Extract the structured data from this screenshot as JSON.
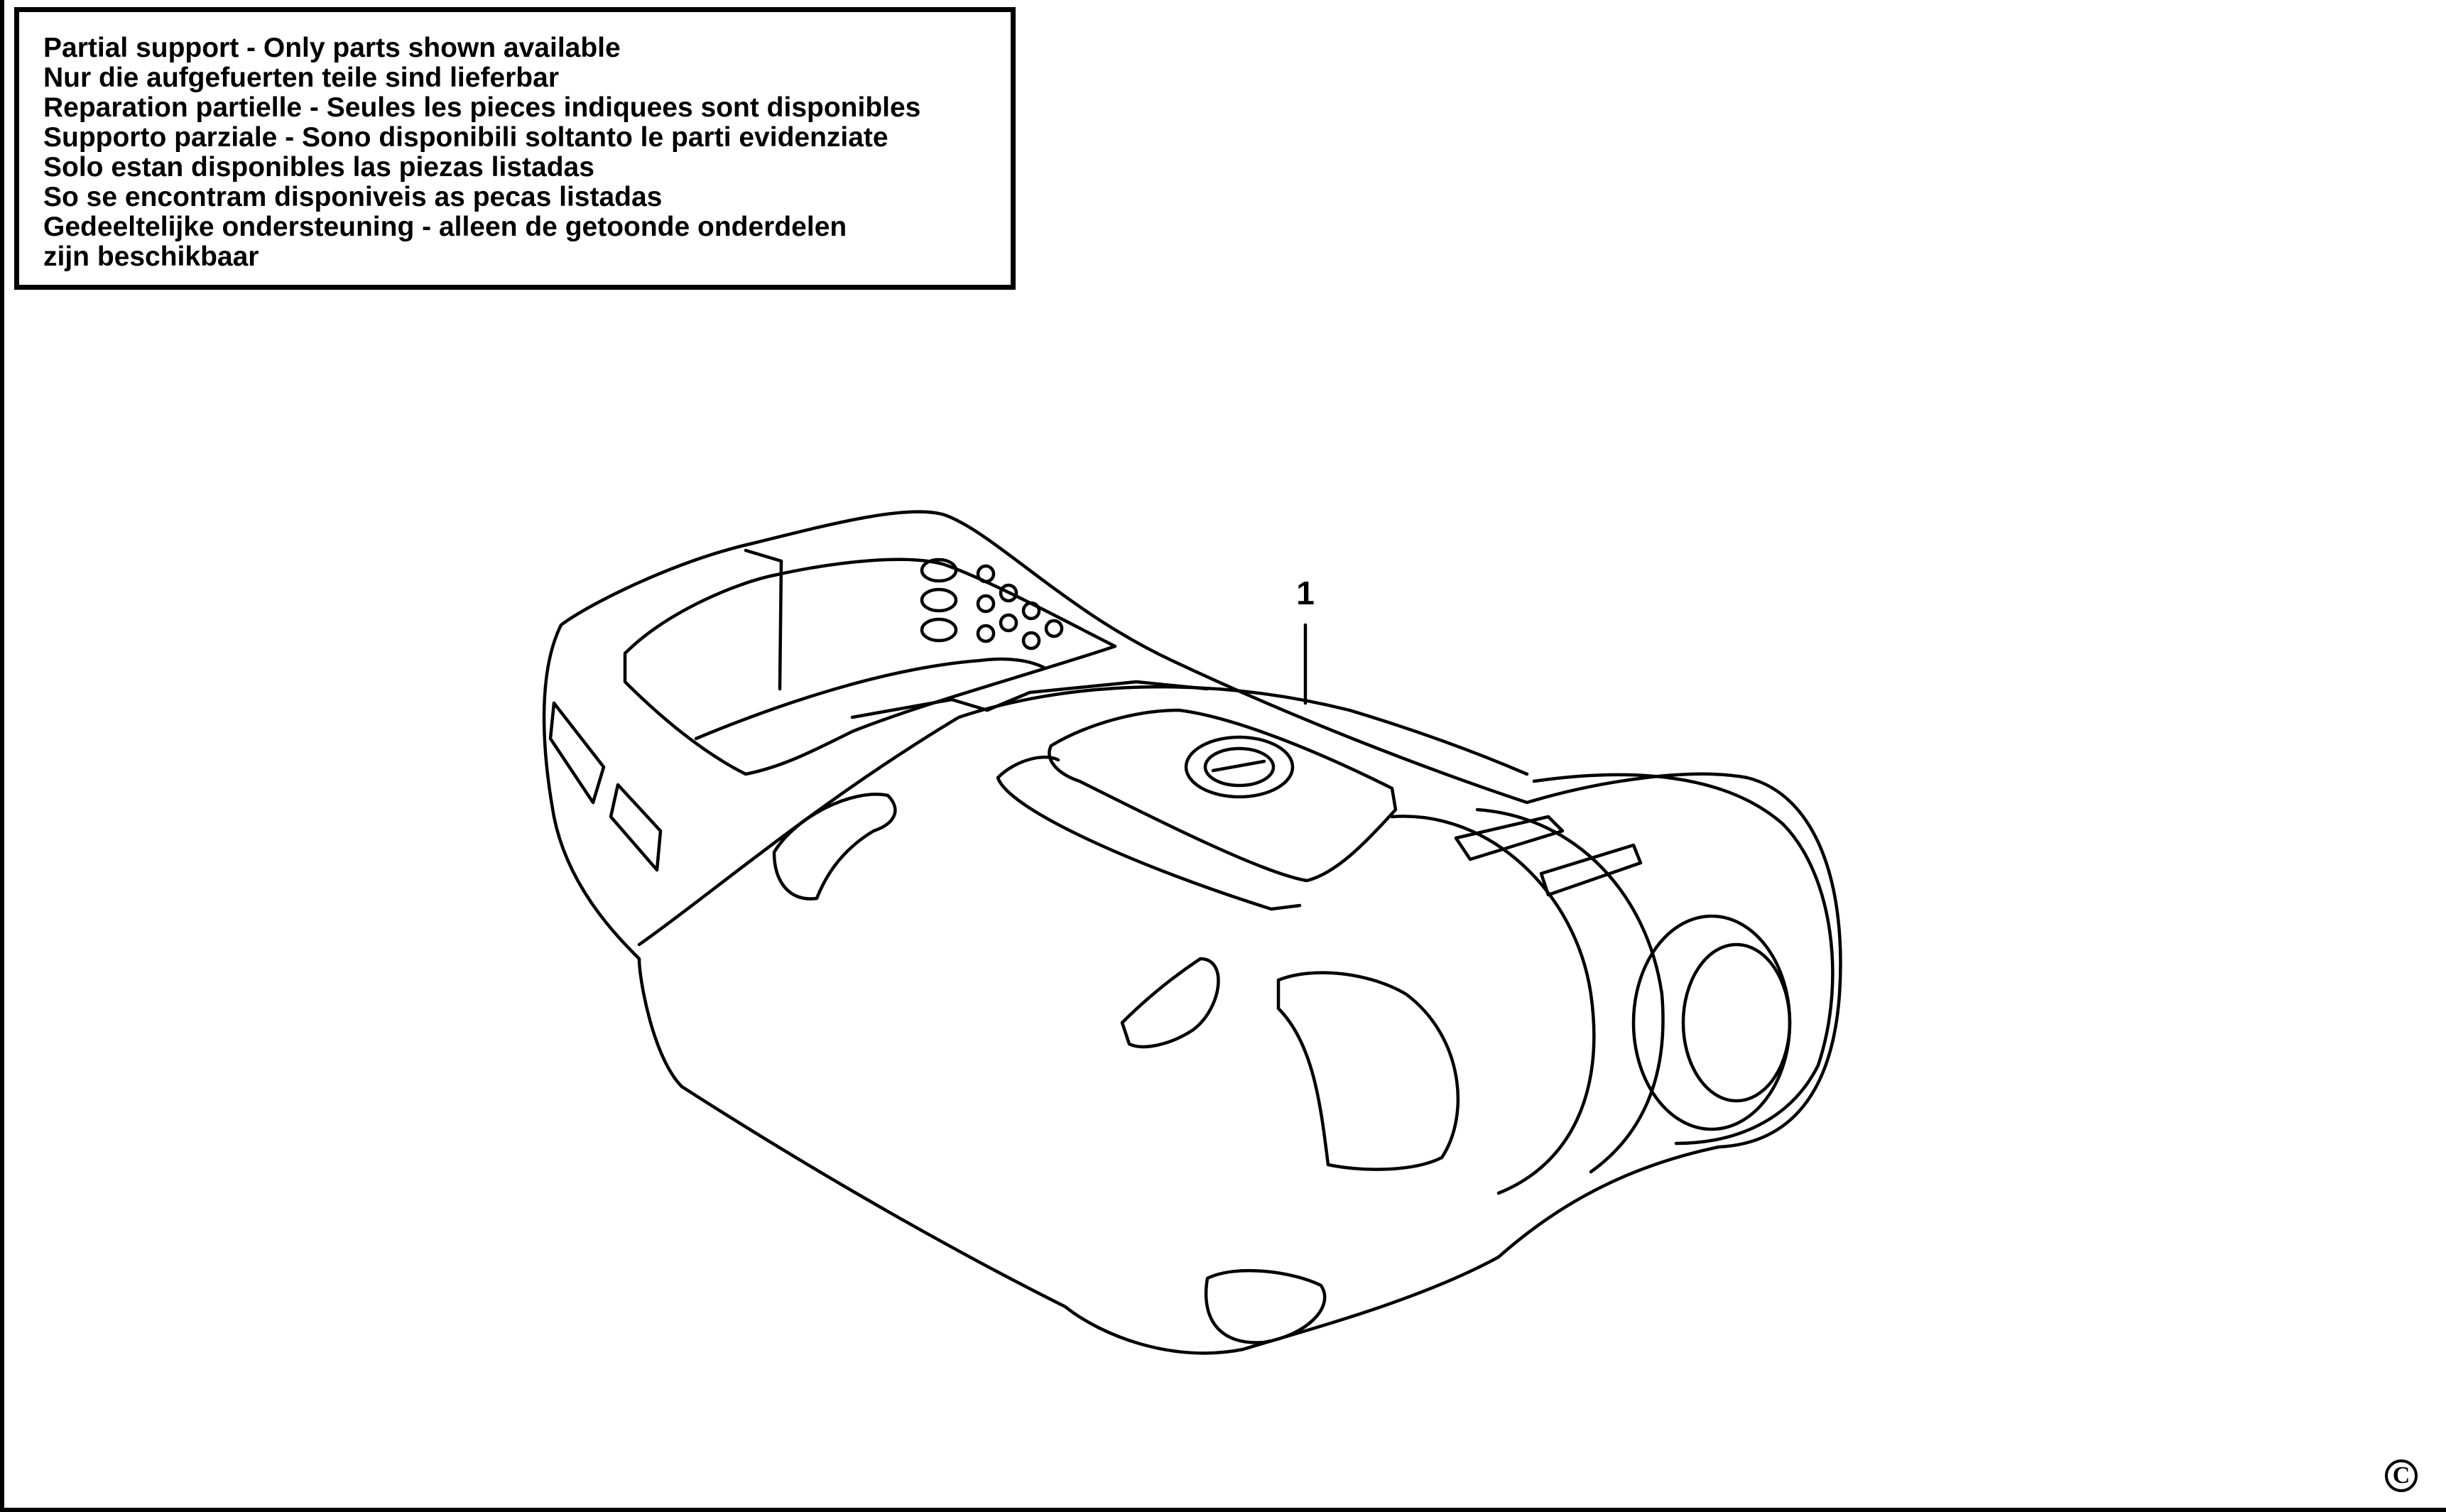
{
  "notice": {
    "lines": [
      "Partial support - Only parts shown available",
      "Nur die aufgefuerten teile sind lieferbar",
      "Reparation partielle - Seules les pieces indiquees sont disponibles",
      "Supporto parziale - Sono disponibili soltanto le parti evidenziate",
      "Solo estan disponibles las piezas listadas",
      "So se encontram disponiveis as pecas listadas",
      "Gedeeltelijke ondersteuning - alleen de getoonde onderdelen",
      "zijn beschikbaar"
    ]
  },
  "diagram": {
    "part_callout": "1",
    "line_color": "#000000",
    "background_color": "#ffffff"
  },
  "footer": {
    "copyright_icon": "copyright-icon",
    "copyright_symbol": "C"
  }
}
